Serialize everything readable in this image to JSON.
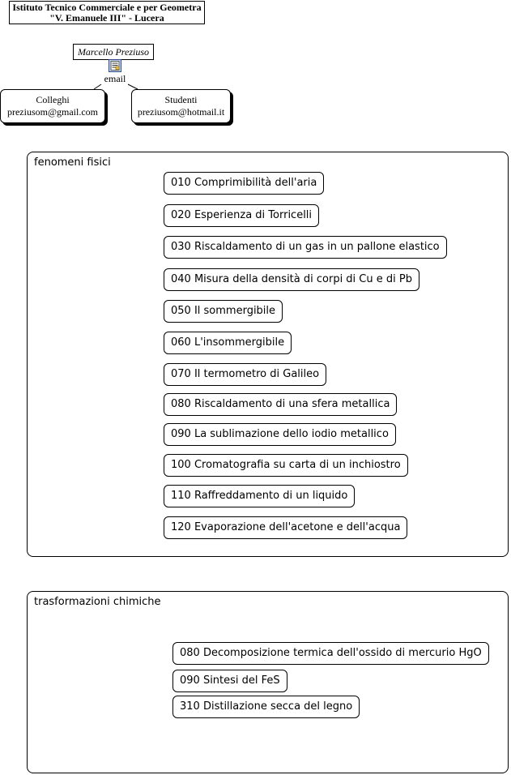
{
  "header": {
    "school_line1": "Istituto Tecnico Commerciale e per Geometra",
    "school_line2": "\"V. Emanuele III\" - Lucera"
  },
  "author": {
    "name": "Marcello Preziuso",
    "email_label": "email"
  },
  "contacts": [
    {
      "group": "Colleghi",
      "address": "preziusom@gmail.com"
    },
    {
      "group": "Studenti",
      "address": "preziusom@hotmail.it"
    }
  ],
  "sections": [
    {
      "title": "fenomeni fisici",
      "items": [
        "010 Comprimibilità dell'aria",
        "020 Esperienza di Torricelli",
        "030 Riscaldamento di un gas in un pallone elastico",
        "040 Misura della densità di corpi di Cu e di Pb",
        "050 Il sommergibile",
        "060 L'insommergibile",
        "070 Il termometro di Galileo",
        "080 Riscaldamento di una sfera metallica",
        "090 La sublimazione dello iodio metallico",
        "100 Cromatografia su carta di un inchiostro",
        "110 Raffreddamento di un liquido",
        "120 Evaporazione dell'acetone e dell'acqua"
      ]
    },
    {
      "title": "trasformazioni chimiche",
      "items": [
        "080 Decomposizione termica dell'ossido di mercurio HgO",
        "090 Sintesi del FeS",
        "310 Distillazione secca del legno"
      ]
    }
  ]
}
